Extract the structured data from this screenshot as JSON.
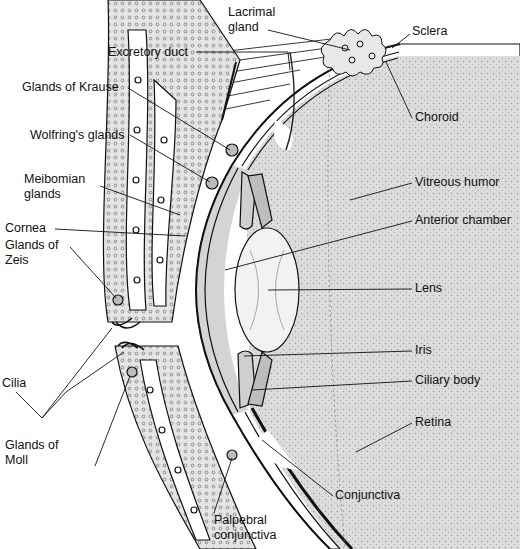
{
  "diagram": {
    "labels": [
      "Lacrimal gland",
      "Excretory duct",
      "Sclera",
      "Glands of Krause",
      "Choroid",
      "Wolfring's glands",
      "Vitreous humor",
      "Meibomian glands",
      "Anterior chamber",
      "Cornea",
      "Glands of Zeis",
      "Lens",
      "Iris",
      "Cilia",
      "Ciliary body",
      "Retina",
      "Glands of Moll",
      "Conjunctiva",
      "Palpebral conjunctiva"
    ]
  }
}
